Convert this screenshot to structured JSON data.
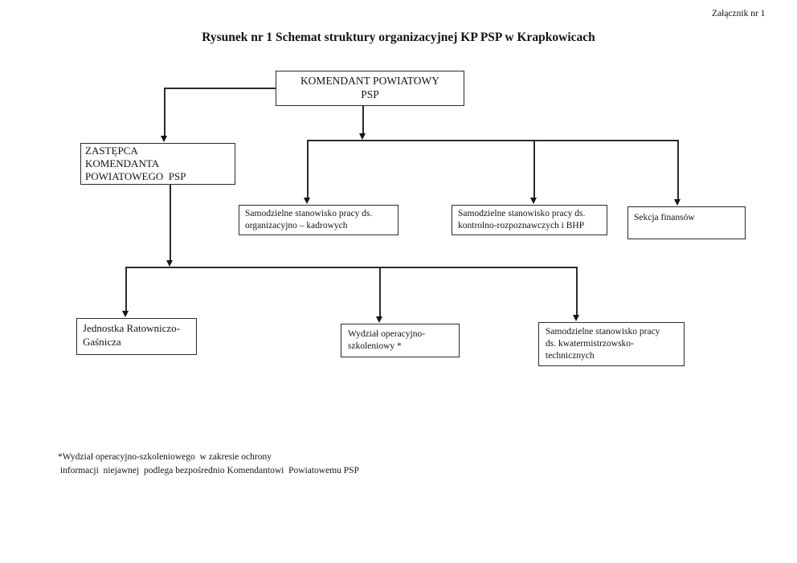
{
  "page": {
    "attachment_label": "Załącznik nr 1",
    "title": "Rysunek nr 1 Schemat struktury organizacyjnej KP PSP w Krapkowicach",
    "footnote": "*Wydział operacyjno-szkoleniowego  w zakresie ochrony\n informacji  niejawnej  podlega bezpośrednio Komendantowi  Powiatowemu PSP"
  },
  "org_chart": {
    "nodes": {
      "komendant": {
        "text": "KOMENDANT POWIATOWY\nPSP"
      },
      "zastepca": {
        "text": "ZASTĘPCA\nKOMENDANTA\nPOWIATOWEGO  PSP"
      },
      "org_kadr": {
        "text": "Samodzielne stanowisko pracy ds.\norganizacyjno – kadrowych"
      },
      "kontrolno_bhp": {
        "text": "Samodzielne stanowisko pracy ds.\nkontrolno-rozpoznawczych i BHP"
      },
      "sekcja_finansow": {
        "text": "Sekcja finansów"
      },
      "jrg": {
        "text": "Jednostka Ratowniczo-\nGaśnicza"
      },
      "wydzial_operacyjny": {
        "text": "Wydział operacyjno-\nszkoleniowy *"
      },
      "kwatermistrzowsko": {
        "text": "Samodzielne stanowisko pracy\nds. kwatermistrzowsko-\ntechnicznych"
      }
    },
    "edges": [
      {
        "from": "komendant",
        "to": "zastepca"
      },
      {
        "from": "komendant",
        "to": "org_kadr"
      },
      {
        "from": "komendant",
        "to": "kontrolno_bhp"
      },
      {
        "from": "komendant",
        "to": "sekcja_finansow"
      },
      {
        "from": "zastepca",
        "to": "jrg"
      },
      {
        "from": "zastepca",
        "to": "wydzial_operacyjny"
      },
      {
        "from": "zastepca",
        "to": "kwatermistrzowsko"
      }
    ]
  }
}
